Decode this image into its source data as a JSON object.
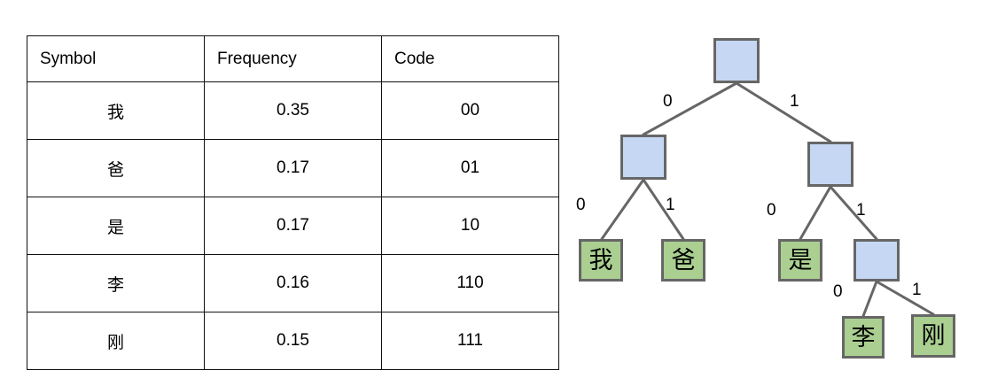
{
  "table": {
    "headers": [
      "Symbol",
      "Frequency",
      "Code"
    ],
    "rows": [
      {
        "symbol": "我",
        "frequency": "0.35",
        "code": "00"
      },
      {
        "symbol": "爸",
        "frequency": "0.17",
        "code": "01"
      },
      {
        "symbol": "是",
        "frequency": "0.17",
        "code": "10"
      },
      {
        "symbol": "李",
        "frequency": "0.16",
        "code": "110"
      },
      {
        "symbol": "刚",
        "frequency": "0.15",
        "code": "111"
      }
    ]
  },
  "tree": {
    "nodes": [
      {
        "id": "root",
        "label": "",
        "type": "internal"
      },
      {
        "id": "n0",
        "label": "",
        "type": "internal"
      },
      {
        "id": "n1",
        "label": "",
        "type": "internal"
      },
      {
        "id": "leaf00",
        "label": "我",
        "type": "leaf"
      },
      {
        "id": "leaf01",
        "label": "爸",
        "type": "leaf"
      },
      {
        "id": "leaf10",
        "label": "是",
        "type": "leaf"
      },
      {
        "id": "n11",
        "label": "",
        "type": "internal"
      },
      {
        "id": "leaf110",
        "label": "李",
        "type": "leaf"
      },
      {
        "id": "leaf111",
        "label": "刚",
        "type": "leaf"
      }
    ],
    "edge_labels": {
      "root_left": "0",
      "root_right": "1",
      "n0_left": "0",
      "n0_right": "1",
      "n1_left": "0",
      "n1_right": "1",
      "n11_left": "0",
      "n11_right": "1"
    }
  },
  "colors": {
    "internal_fill": "#c5d7f2",
    "leaf_fill": "#aacf91",
    "node_stroke": "#666666",
    "edge_stroke": "#666666",
    "table_border": "#111111",
    "background": "#ffffff"
  }
}
